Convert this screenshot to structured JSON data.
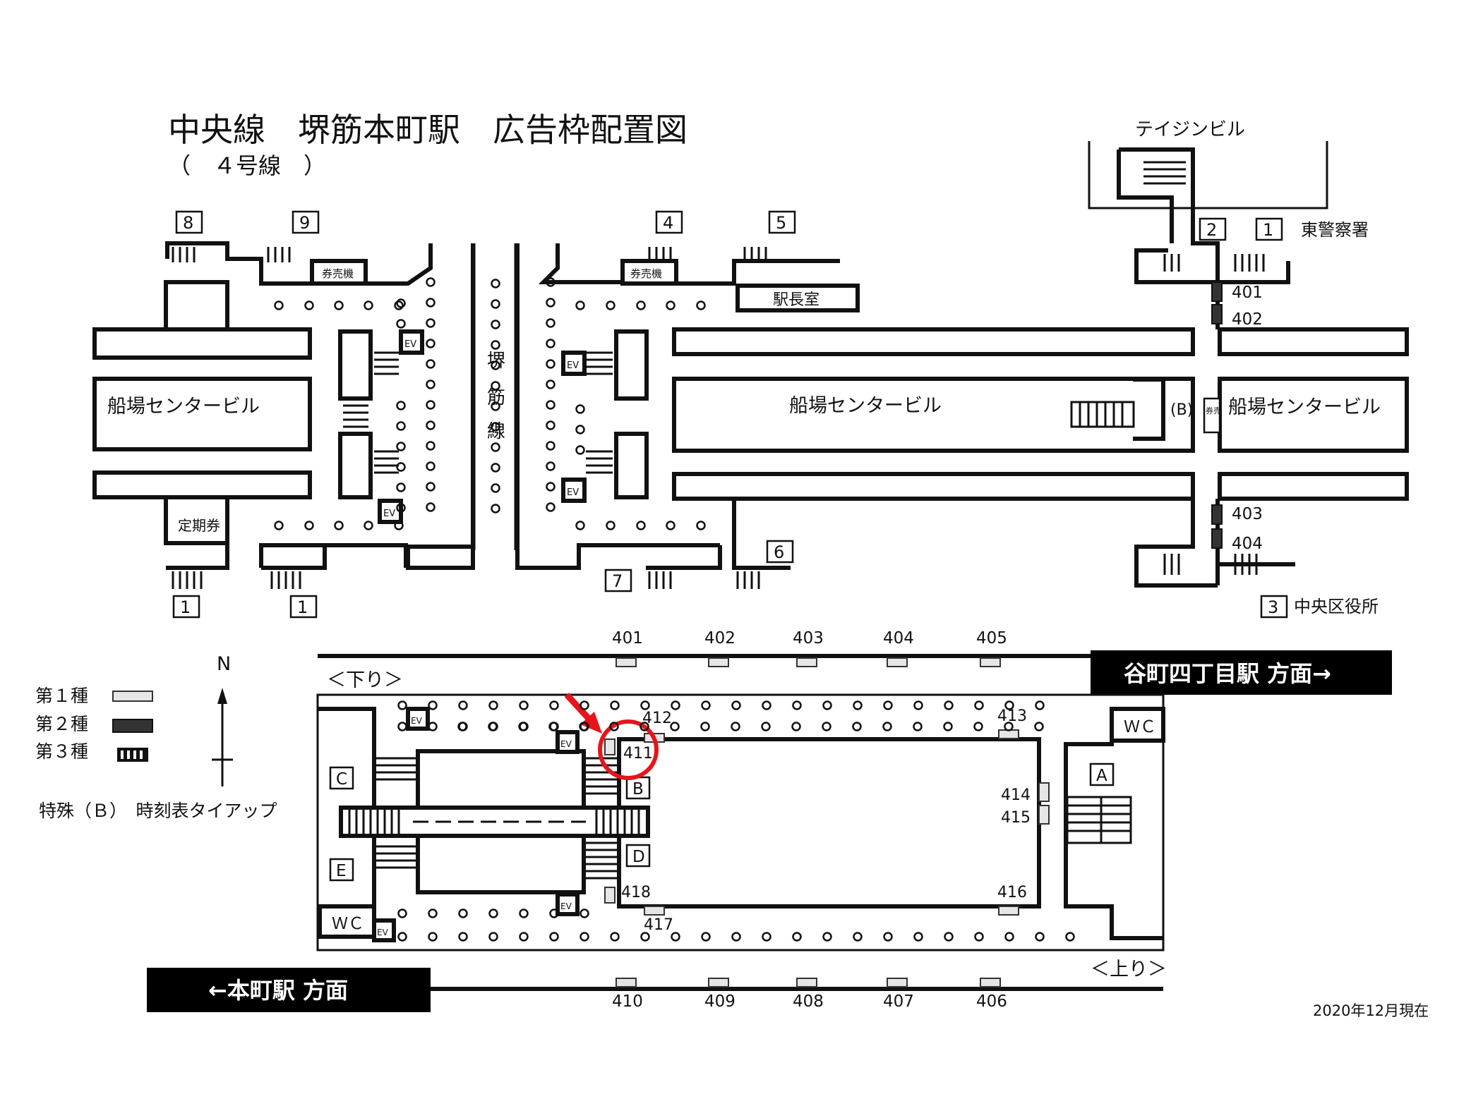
{
  "title": "中央線　堺筋本町駅　広告枠配置図",
  "subtitle": "（　４号線　）",
  "date": "2020年12月現在",
  "street": "堺筋線",
  "buildings": {
    "teijin": "テイジンビル",
    "police": "東警察署",
    "ward_office": "中央区役所",
    "semba_left": "船場センタービル",
    "semba_mid": "船場センタービル",
    "semba_right": "船場センタービル",
    "station_master": "駅長室",
    "ticket_machine_left": "券売機",
    "ticket_machine_right": "券売機",
    "commuter_pass": "定期券",
    "special_b": "(B)",
    "ticket_small": "券売"
  },
  "exits": {
    "e1a": "1",
    "e1b": "1",
    "e2": "2",
    "e1c": "1",
    "e3": "3",
    "e4": "4",
    "e5": "5",
    "e6": "6",
    "e7": "7",
    "e8": "8",
    "e9": "9"
  },
  "ev_label": "EV",
  "concourse_ads": [
    "401",
    "402",
    "403",
    "404"
  ],
  "platform": {
    "down_label": "＜下り＞",
    "up_label": "＜上り＞",
    "direction_right": "谷町四丁目駅 方面→",
    "direction_left": "←本町駅 方面",
    "wc": "ＷＣ",
    "areas": [
      "A",
      "B",
      "C",
      "D",
      "E"
    ],
    "top_ads": [
      "401",
      "402",
      "403",
      "404",
      "405"
    ],
    "bottom_ads": [
      "410",
      "409",
      "408",
      "407",
      "406"
    ],
    "inner_ads": [
      "411",
      "412",
      "413",
      "414",
      "415",
      "416",
      "417",
      "418"
    ]
  },
  "legend": {
    "north": "N",
    "type1": "第１種",
    "type2": "第２種",
    "type3": "第３種",
    "special": "特殊（Ｂ）　時刻表タイアップ"
  },
  "colors": {
    "highlight": "#e8141b",
    "band": "#000000"
  }
}
